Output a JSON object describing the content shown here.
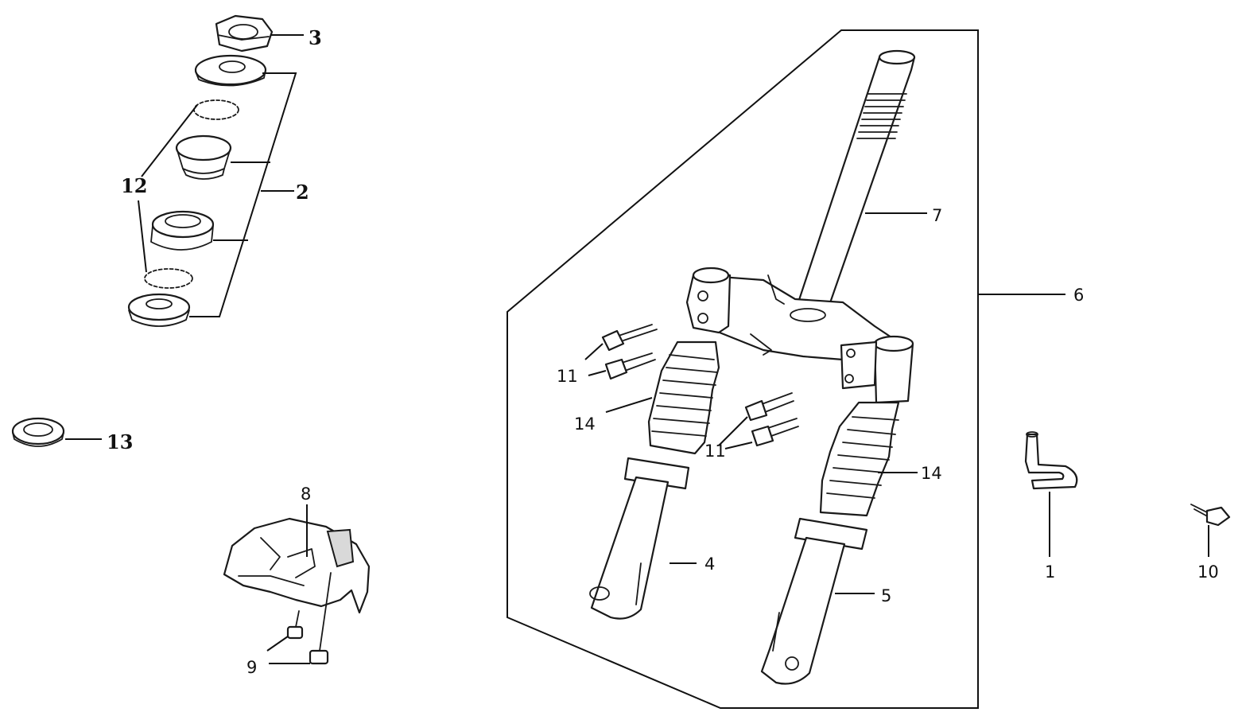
{
  "labels": {
    "p1": "1",
    "p2": "2",
    "p3": "3",
    "p4": "4",
    "p5": "5",
    "p6": "6",
    "p7": "7",
    "p8": "8",
    "p9": "9",
    "p10": "10",
    "p11a": "11",
    "p11b": "11",
    "p12": "12",
    "p13": "13",
    "p14a": "14",
    "p14b": "14"
  }
}
